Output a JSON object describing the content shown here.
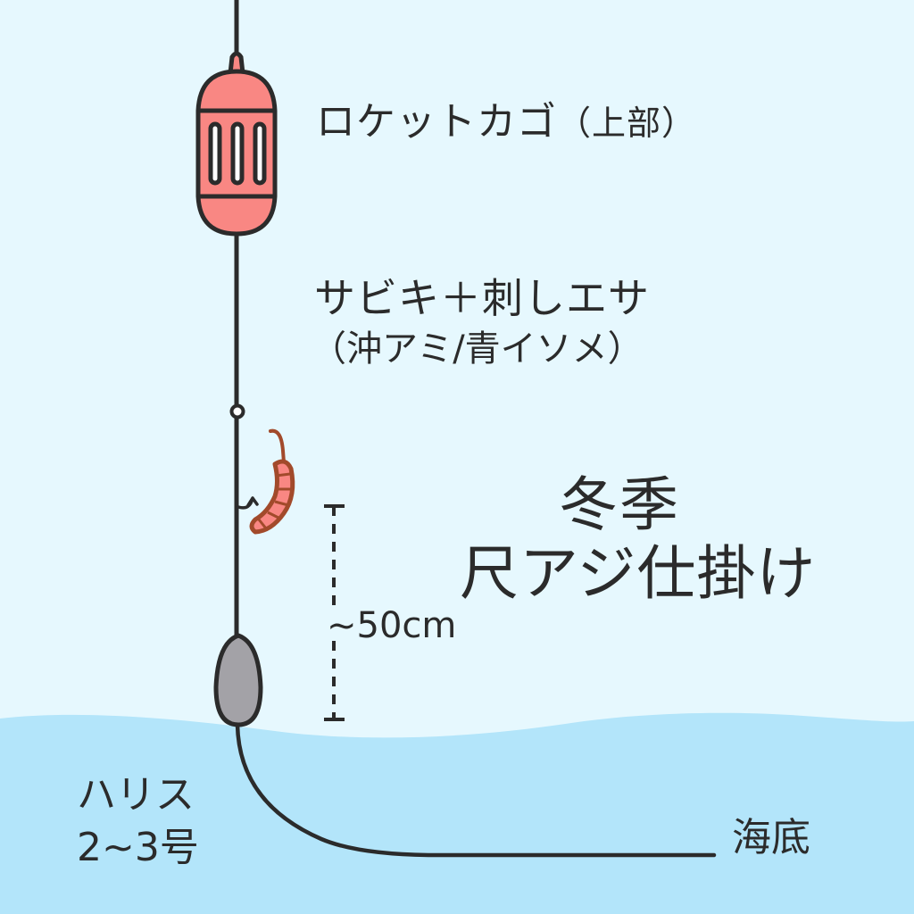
{
  "diagram": {
    "title_line_1": "冬季",
    "title_line_2": "尺アジ仕掛け",
    "labels": {
      "rocket_basket": "ロケットカゴ",
      "rocket_basket_note": "（上部）",
      "bait_line_1": "サビキ＋刺しエサ",
      "bait_line_2": "（沖アミ/青イソメ）",
      "distance": "~50cm",
      "leader_line_1": "ハリス",
      "leader_line_2": "2~3号",
      "seabed": "海底"
    },
    "components": [
      {
        "id": "main-line",
        "icon": "fishing-line-icon"
      },
      {
        "id": "rocket-basket",
        "icon": "rocket-basket-icon",
        "color": "#F98783"
      },
      {
        "id": "swivel",
        "icon": "swivel-ring-icon"
      },
      {
        "id": "hook",
        "icon": "hook-icon"
      },
      {
        "id": "bait-worm",
        "icon": "worm-bait-icon",
        "color": "#F98783",
        "outline": "#A24A2B"
      },
      {
        "id": "sinker",
        "icon": "sinker-icon",
        "color": "#A3A2A7"
      },
      {
        "id": "distance-marker",
        "icon": "dashed-dimension-icon"
      },
      {
        "id": "seabed-line",
        "icon": "seabed-line-icon"
      }
    ],
    "colors": {
      "sky_background": "#E6F8FE",
      "water": "#B3E5FA",
      "stroke": "#2b2b2b"
    }
  }
}
